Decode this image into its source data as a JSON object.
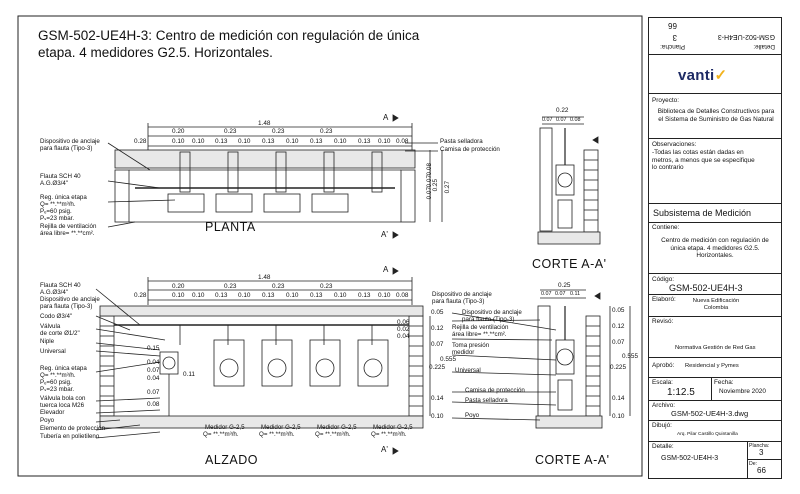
{
  "sheet": {
    "title": "GSM-502-UE4H-3: Centro de medición con regulación de única etapa.  4 medidores G2.5. Horizontales."
  },
  "views": {
    "planta": "PLANTA",
    "alzado": "ALZADO",
    "corte1": "CORTE A-A'",
    "corte2": "CORTE A-A'",
    "section_mark_a": "A",
    "section_mark_a2": "A'"
  },
  "planta": {
    "total": "1.48",
    "top_dims": [
      "0.20",
      "0.23",
      "0.23",
      "0.23"
    ],
    "bot_dims": [
      "0.28",
      "0.10",
      "0.10",
      "0.13",
      "0.10",
      "0.13",
      "0.10",
      "0.13",
      "0.10",
      "0.13",
      "0.10",
      "0.08"
    ],
    "left_labels": [
      "Dispositivo de anclaje",
      "para flauta (Tipo-3)",
      "Flauta SCH 40",
      "A.G.Ø3/4\"",
      "Reg. única etapa",
      "Q= **.**m³/h.",
      "Pₑ=60 psig.",
      "Pₛ=23 mbar.",
      "Rejilla de ventilación",
      "área libre= **.**cm²."
    ],
    "right_labels": [
      "Pasta selladora",
      "Camisa de protección"
    ],
    "vert_dims": [
      "0.07",
      "0.07",
      "0.08",
      "0.25",
      "0.27"
    ]
  },
  "alzado": {
    "total": "1.48",
    "top_dims": [
      "0.20",
      "0.23",
      "0.23",
      "0.23"
    ],
    "bot_dims": [
      "0.28",
      "0.10",
      "0.10",
      "0.13",
      "0.10",
      "0.13",
      "0.10",
      "0.13",
      "0.10",
      "0.13",
      "0.10",
      "0.08"
    ],
    "left_labels": [
      "Flauta SCH 40",
      "A.G.Ø3/4\"",
      "Dispositivo de anclaje",
      "para flauta (Tipo-3)",
      "Codo Ø3/4\"",
      "Válvula",
      "de corte Ø1/2\"",
      "Niple",
      "Universal",
      "Reg. única etapa",
      "Q= **.**m³/h.",
      "Pₑ=60 psig.",
      "Pₛ=23 mbar.",
      "Válvula bola con",
      "tuerca loca M26",
      "Elevador",
      "Poyo",
      "Elemento de protección",
      "Tubería en polietileno"
    ],
    "inner_dims": [
      "0.15",
      "0.04",
      "0.07",
      "0.04",
      "0.11",
      "0.07",
      "0.08"
    ],
    "right_dims": [
      "0.06",
      "0.02",
      "0.04",
      "0.05",
      "0.12",
      "0.07",
      "0.225",
      "0.14",
      "0.10",
      "0.555"
    ],
    "meters": [
      {
        "label": "Medidor G-2,5",
        "q": "Q= **.**m³/h."
      },
      {
        "label": "Medidor G-2,5",
        "q": "Q= **.**m³/h."
      },
      {
        "label": "Medidor G-2,5",
        "q": "Q= **.**m³/h."
      },
      {
        "label": "Medidor G-2,5",
        "q": "Q= **.**m³/h."
      }
    ]
  },
  "corte_labels": {
    "anchor": "Dispositivo de anclaje",
    "anchor2": "para flauta (Tipo-3)",
    "anchor_b": "Dispositivo de anclaje",
    "anchor_b2": "para flauta (Tipo-3)",
    "rejilla": "Rejilla de ventilación",
    "rejilla2": "área libre= **.**cm².",
    "toma": "Toma presión",
    "toma2": "medidor",
    "universal": "Universal",
    "camisa": "Camisa de protección",
    "pasta": "Pasta selladora",
    "poyo": "Poyo"
  },
  "corte1": {
    "top": "0.22",
    "sub": [
      "0.07",
      "0.07",
      "0.08"
    ]
  },
  "corte2": {
    "top": "0.25",
    "sub": [
      "0.07",
      "0.07",
      "0.11"
    ],
    "dims": [
      "0.05",
      "0.12",
      "0.07",
      "0.225",
      "0.14",
      "0.10",
      "0.555"
    ]
  },
  "titleblock": {
    "detalle_k": "Detalle:",
    "detalle_v": "GSM-502-UE4H-3",
    "plancha_k": "Plancha:",
    "plancha_v": "3",
    "de_v": "66",
    "brand": "vanti",
    "proyecto_k": "Proyecto:",
    "proyecto_v": "Biblioteca de Detalles Constructivos para el Sistema de Suministro de Gas Natural",
    "obs_k": "Observaciones:",
    "obs_v": "-Todas las cotas están dadas en metros, a menos que se especifique lo contrario",
    "subsistema": "Subsistema de Medición",
    "contiene_k": "Contiene:",
    "contiene_v": "Centro de medición con regulación de única etapa. 4 medidores G2.5. Horizontales.",
    "codigo_k": "Código:",
    "codigo_v": "GSM-502-UE4H-3",
    "elaboro_k": "Elaboró:",
    "elaboro_v": "Nueva Edificación Colombia",
    "reviso_k": "Revisó:",
    "reviso_v": "Normativa Gestión de Red Gas",
    "aprobo_k": "Aprobó:",
    "aprobo_v": "Residencial y Pymes",
    "escala_k": "Escala:",
    "escala_v": "1:12.5",
    "fecha_k": "Fecha:",
    "fecha_v": "Noviembre 2020",
    "archivo_k": "Archivo:",
    "archivo_v": "GSM-502-UE4H-3.dwg",
    "dibujo_k": "Dibujó:",
    "dibujo_v": "Arq. Pilar Castillo Quintanilla",
    "detalle2_k": "Detalle:",
    "detalle2_v": "GSM-502-UE4H-3",
    "plancha2_k": "Plancha:",
    "plancha2_v": "3",
    "de2_k": "De:",
    "de2_v": "66"
  }
}
